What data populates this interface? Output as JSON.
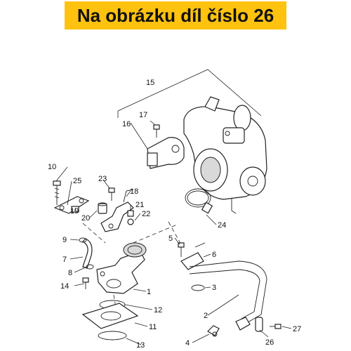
{
  "banner": {
    "text": "Na obrázku díl číslo 26",
    "background": "#ffc20e"
  },
  "callouts": {
    "n1": "1",
    "n2": "2",
    "n3": "3",
    "n4": "4",
    "n5": "5",
    "n6": "6",
    "n7": "7",
    "n8": "8",
    "n9": "9",
    "n10": "10",
    "n11": "11",
    "n12": "12",
    "n13": "13",
    "n14": "14",
    "n15": "15",
    "n16": "16",
    "n17": "17",
    "n18": "18",
    "n19": "19",
    "n20": "20",
    "n21": "21",
    "n22": "22",
    "n23": "23",
    "n24": "24",
    "n25": "25",
    "n26": "26",
    "n27": "27"
  }
}
